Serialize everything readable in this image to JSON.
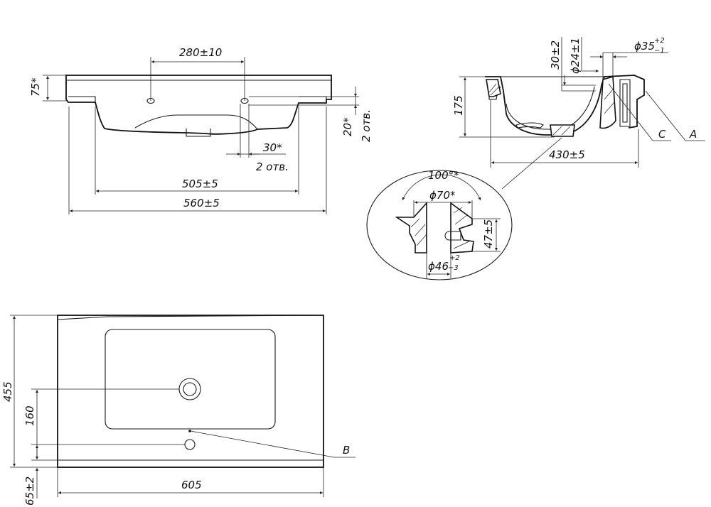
{
  "front_view": {
    "holes_spacing": "280±10",
    "rim_height": "75*",
    "hole_offset": "30*",
    "hole_offset_note": "2 отв.",
    "hole_height": "20*",
    "hole_height_note": "2 отв.",
    "inner_width": "505±5",
    "outer_width": "560±5"
  },
  "side_view": {
    "height": "175",
    "depth": "430±5",
    "dim_30": "30±2",
    "dim_24": "ϕ24±1",
    "dim_35": "ϕ35",
    "dim_35_upper": "+2",
    "dim_35_lower": "−1",
    "label_c": "C",
    "label_a": "A"
  },
  "detail": {
    "angle": "100°*",
    "diameter_top": "ϕ70*",
    "height": "47±5",
    "diameter_bottom": "ϕ46",
    "diameter_bottom_upper": "+2",
    "diameter_bottom_lower": "−3"
  },
  "top_view": {
    "depth": "455",
    "drain_offset": "160",
    "front_edge": "65±2",
    "width": "605",
    "label_b": "B"
  }
}
